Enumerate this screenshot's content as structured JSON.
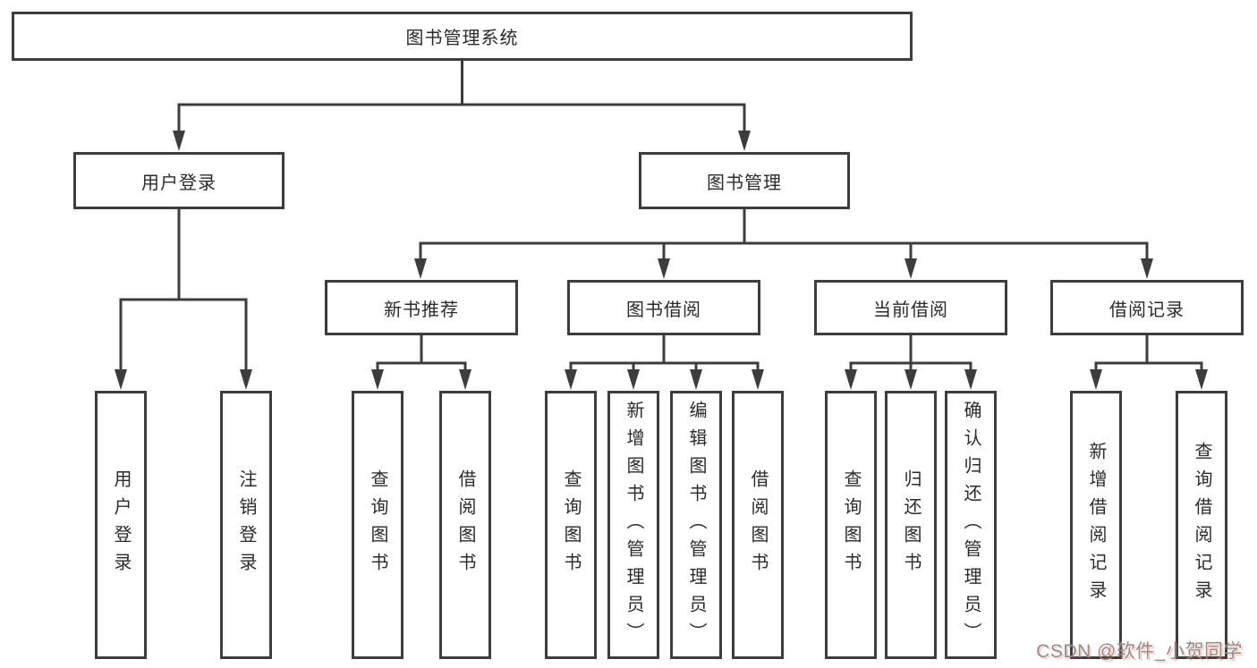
{
  "diagram": {
    "type": "hierarchy-tree",
    "tree": {
      "root": {
        "label": "图书管理系统"
      },
      "level2": [
        {
          "label": "用户登录"
        },
        {
          "label": "图书管理"
        }
      ],
      "level3": [
        {
          "label": "新书推荐",
          "parent": "图书管理"
        },
        {
          "label": "图书借阅",
          "parent": "图书管理"
        },
        {
          "label": "当前借阅",
          "parent": "图书管理"
        },
        {
          "label": "借阅记录",
          "parent": "图书管理"
        }
      ],
      "leaves": [
        {
          "label": "用户登录",
          "parent": "用户登录"
        },
        {
          "label": "注销登录",
          "parent": "用户登录"
        },
        {
          "label": "查询图书",
          "parent": "新书推荐"
        },
        {
          "label": "借阅图书",
          "parent": "新书推荐"
        },
        {
          "label": "查询图书",
          "parent": "图书借阅"
        },
        {
          "label": "新增图书（管理员）",
          "parent": "图书借阅"
        },
        {
          "label": "编辑图书（管理员）",
          "parent": "图书借阅"
        },
        {
          "label": "借阅图书",
          "parent": "图书借阅"
        },
        {
          "label": "查询图书",
          "parent": "当前借阅"
        },
        {
          "label": "归还图书",
          "parent": "当前借阅"
        },
        {
          "label": "确认归还（管理员）",
          "parent": "当前借阅"
        },
        {
          "label": "新增借阅记录",
          "parent": "借阅记录"
        },
        {
          "label": "查询借阅记录",
          "parent": "借阅记录"
        }
      ]
    }
  },
  "watermark": {
    "text": "CSDN @软件_小贺同学"
  },
  "colors": {
    "line": "#3d3d3d",
    "text": "#2b2b2b",
    "background": "#ffffff",
    "watermark_gray": "#8f8f8f",
    "watermark_accent": "#fc5531"
  }
}
